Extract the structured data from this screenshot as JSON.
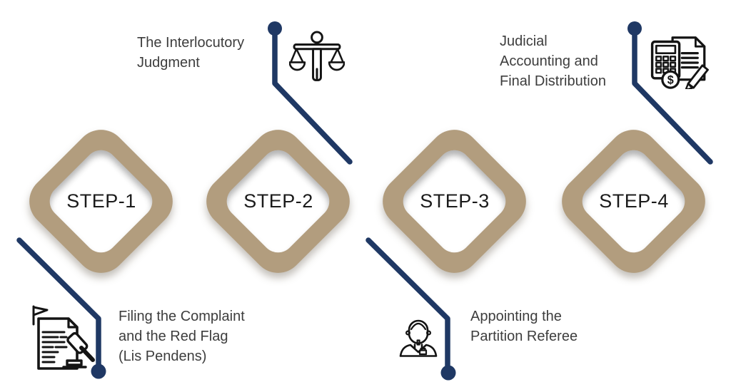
{
  "diagram": {
    "name": "partition-lawsuit-process-steps",
    "type": "process-timeline",
    "step_count": 4
  },
  "colors": {
    "background": "#ffffff",
    "diamond": "#b29d7e",
    "connector": "#1f3864",
    "caption_text": "#3d3d3d",
    "step_label_text": "#1b1b1b",
    "icon_ink": "#141414"
  },
  "steps": [
    {
      "label": "STEP-1",
      "caption": "Filing the Complaint and the Red Flag (Lis Pendens)",
      "caption_lines": [
        "Filing the Complaint",
        "and the Red Flag",
        "(Lis Pendens)"
      ],
      "icon": "flag-document-gavel-icon",
      "annotation_position": "bottom"
    },
    {
      "label": "STEP-2",
      "caption": "The Interlocutory Judgment",
      "caption_lines": [
        "The Interlocutory",
        "Judgment"
      ],
      "icon": "justice-scales-icon",
      "annotation_position": "top"
    },
    {
      "label": "STEP-3",
      "caption": "Appointing the Partition Referee",
      "caption_lines": [
        "Appointing the",
        "Partition Referee"
      ],
      "icon": "partition-referee-icon",
      "annotation_position": "bottom"
    },
    {
      "label": "STEP-4",
      "caption": "Judicial Accounting and Final Distribution",
      "caption_lines": [
        "Judicial",
        "Accounting and",
        "Final Distribution"
      ],
      "icon": "accounting-calculator-icon",
      "annotation_position": "top"
    }
  ]
}
